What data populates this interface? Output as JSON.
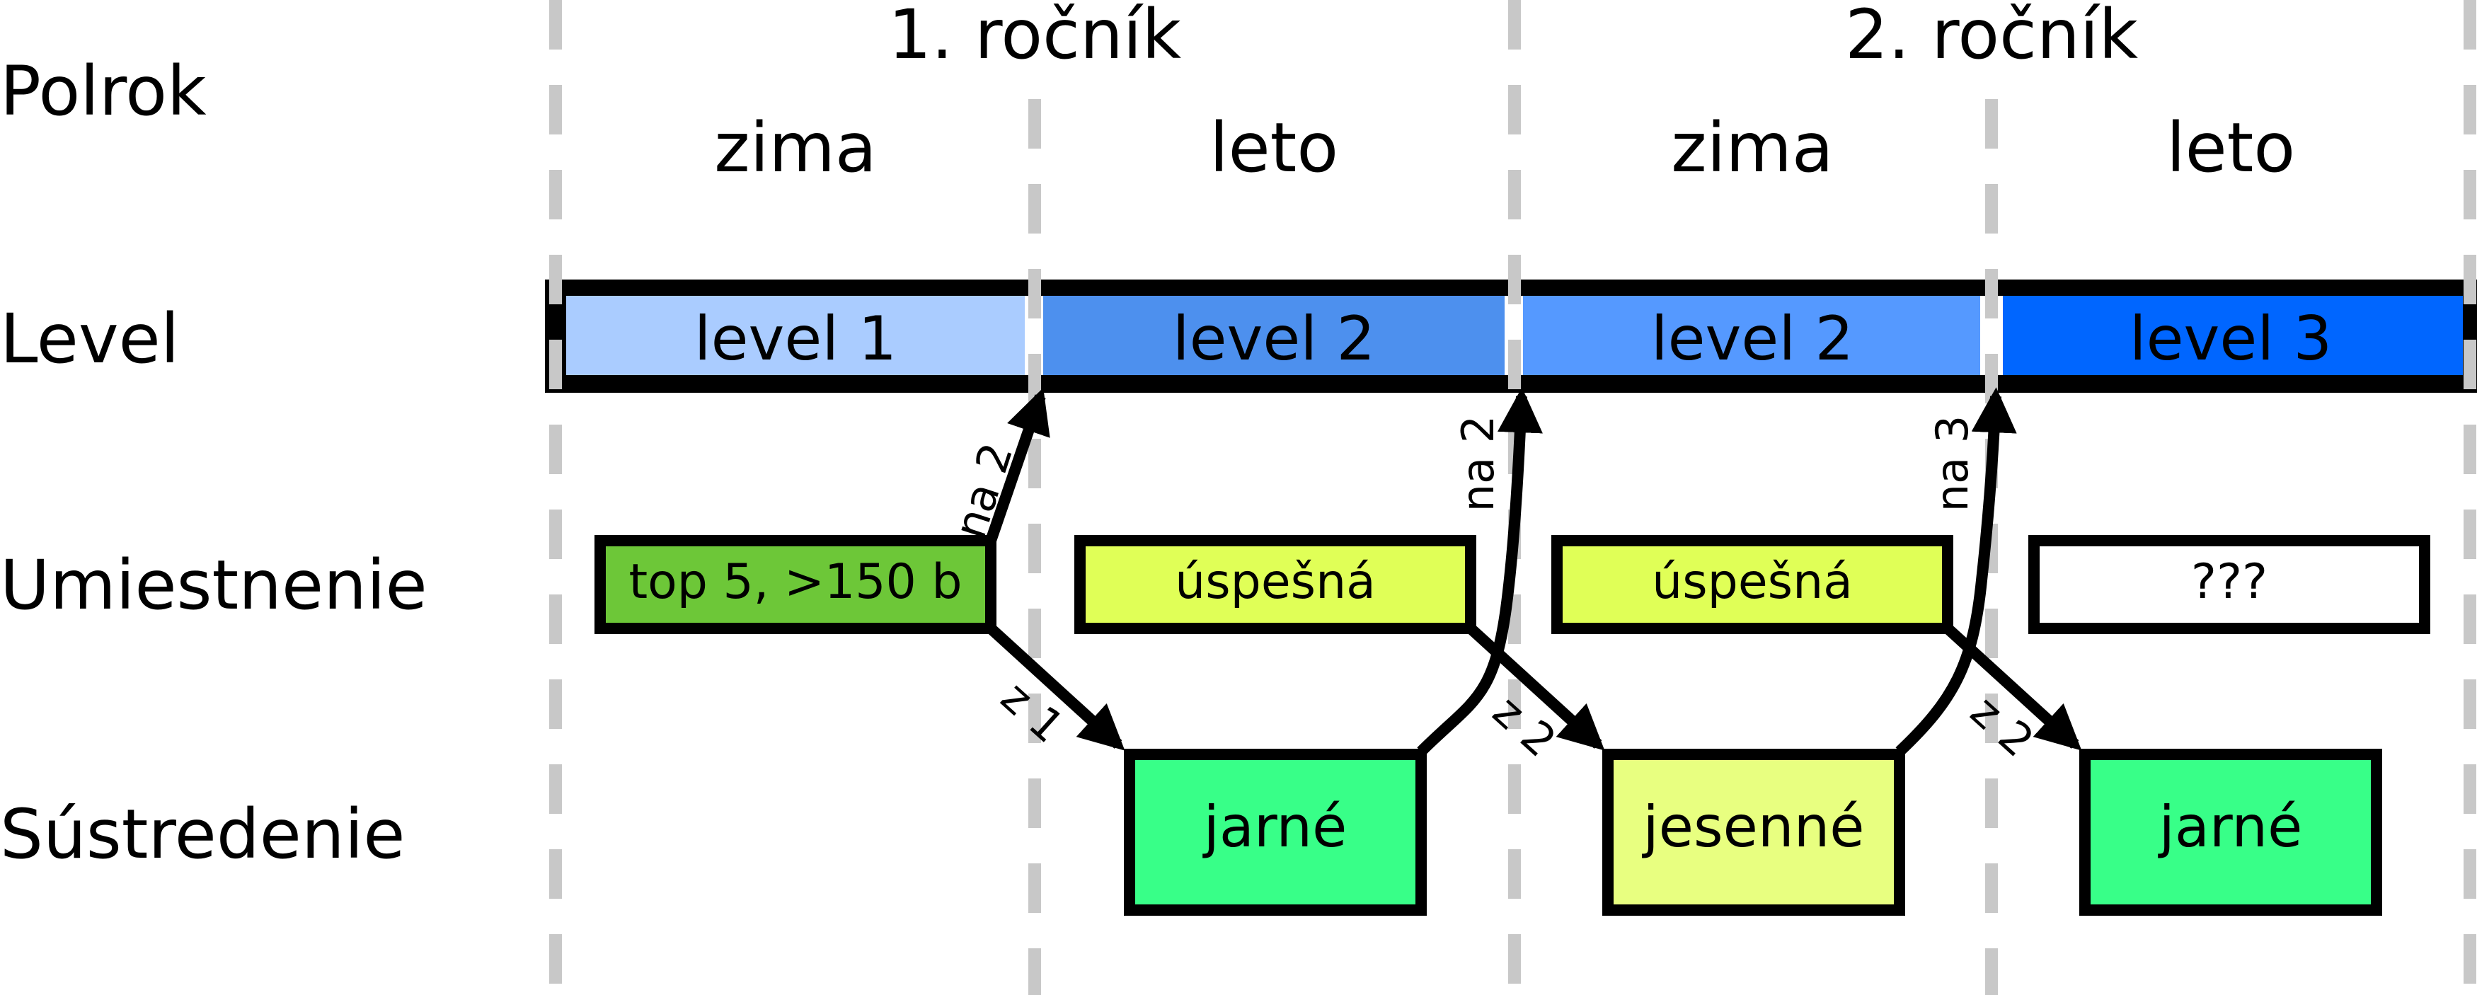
{
  "row_labels": {
    "semester": "Polrok",
    "level": "Level",
    "placement": "Umiestnenie",
    "camp": "Sústredenie"
  },
  "years": [
    "1. ročník",
    "2. ročník"
  ],
  "semesters": [
    "zima",
    "leto",
    "zima",
    "leto"
  ],
  "levels": [
    {
      "label": "level 1",
      "color": "#aaccff"
    },
    {
      "label": "level 2",
      "color": "#4d90ee"
    },
    {
      "label": "level 2",
      "color": "#5599ff"
    },
    {
      "label": "level 3",
      "color": "#0066ff"
    }
  ],
  "placements": [
    {
      "label": "top 5, >150 b",
      "color": "#6dc738"
    },
    {
      "label": "úspešná",
      "color": "#e0ff57"
    },
    {
      "label": "úspešná",
      "color": "#e0ff57"
    },
    {
      "label": "???",
      "color": "#ffffff"
    }
  ],
  "camps": [
    {
      "label": "jarné",
      "color": "#38ff88"
    },
    {
      "label": "jesenné",
      "color": "#e8ff80"
    },
    {
      "label": "jarné",
      "color": "#38ff88"
    }
  ],
  "arrow_labels": {
    "up": [
      "na 2",
      "na 2",
      "na 3"
    ],
    "down": [
      "z 1",
      "z 2",
      "z 2"
    ]
  },
  "colors": {
    "divider": "#c8c8c8",
    "stroke": "#000000"
  }
}
